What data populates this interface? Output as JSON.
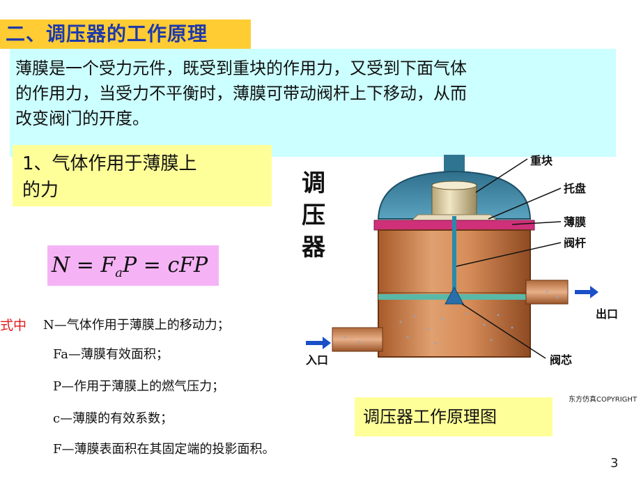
{
  "title": "二、调压器的工作原理",
  "description": [
    "薄膜是一个受力元件，既受到重块的作用力，又受到下面气体",
    "的作用力，当受力不平衡时，薄膜可带动阀杆上下移动，从而",
    "改变阀门的开度。"
  ],
  "subheading": [
    "1、气体作用于薄膜上",
    "的力"
  ],
  "formula": {
    "N": "N",
    "eq1": " = ",
    "F": "F",
    "a": "a",
    "P": "P",
    "eq2": " = ",
    "cFP": "cFP"
  },
  "where_label": "式中",
  "definitions": [
    {
      "symbol": "N",
      "text": "—气体作用于薄膜上的移动力；"
    },
    {
      "symbol": "Fa",
      "text": "—薄膜有效面积；"
    },
    {
      "symbol": "P",
      "text": "—作用于薄膜上的燃气压力；"
    },
    {
      "symbol": "c",
      "text": "—薄膜的有效系数；"
    },
    {
      "symbol": "F",
      "text": "—薄膜表面积在其固定端的投影面积。"
    }
  ],
  "diagram": {
    "title_chars": [
      "调",
      "压",
      "器"
    ],
    "labels": {
      "weight": "重块",
      "tray": "托盘",
      "membrane": "薄膜",
      "stem": "阀杆",
      "outlet": "出口",
      "inlet": "入口",
      "valve_core": "阀芯"
    },
    "copyright": "东方仿真COPYRIGHT"
  },
  "caption": "调压器工作原理图",
  "page_number": "3",
  "colors": {
    "title_bg": "#ffcc33",
    "title_text": "#1f3aa8",
    "desc_bg": "#ccffff",
    "sub_bg": "#ffff99",
    "formula_bg": "#f5b3f5",
    "where_label": "#e01b1b"
  }
}
